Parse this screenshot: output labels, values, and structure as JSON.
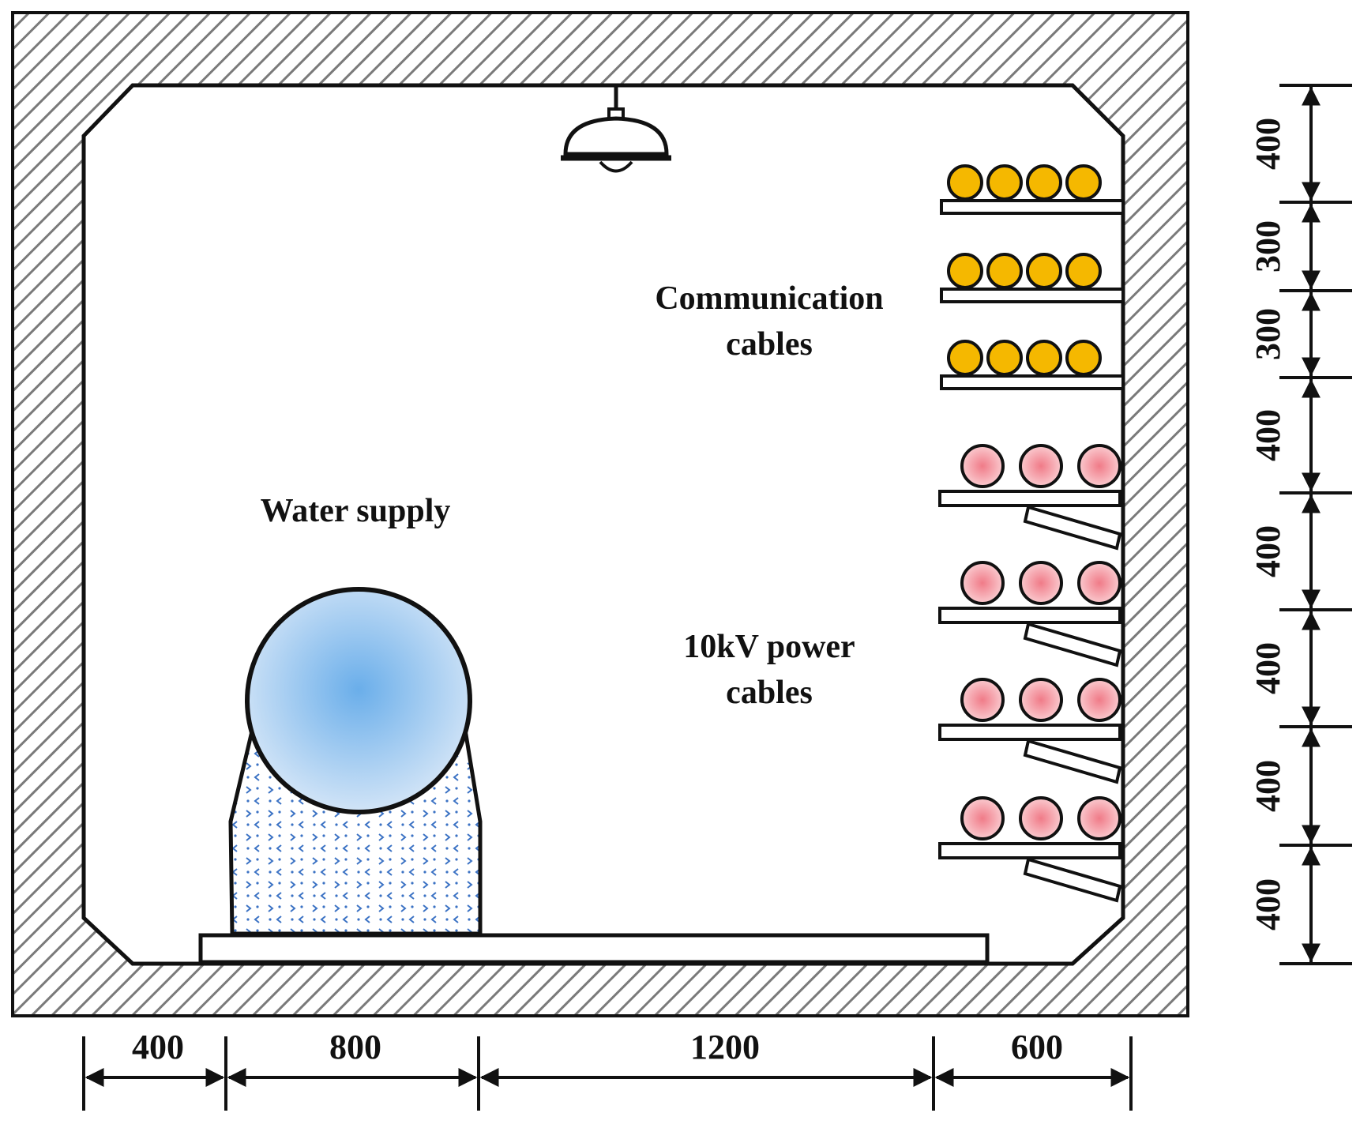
{
  "labels": {
    "communication_line1": "Communication",
    "communication_line2": "cables",
    "water_supply": "Water supply",
    "power_line1": "10kV power",
    "power_line2": "cables"
  },
  "horizontal_dimensions": [
    "400",
    "800",
    "1200",
    "600"
  ],
  "vertical_dimensions": [
    "400",
    "300",
    "300",
    "400",
    "400",
    "400",
    "400",
    "400"
  ],
  "cable_trays": {
    "communication": {
      "tiers": 3,
      "cables_per_tier": 4
    },
    "power": {
      "tiers": 4,
      "cables_per_tier": 3
    }
  },
  "colors": {
    "communication_cable": "#f5b800",
    "power_cable": "#f0a0a8",
    "pipe": "#8fc0ec",
    "outline": "#111111"
  },
  "icons": {
    "ceiling_lamp": "ceiling-lamp-icon"
  }
}
